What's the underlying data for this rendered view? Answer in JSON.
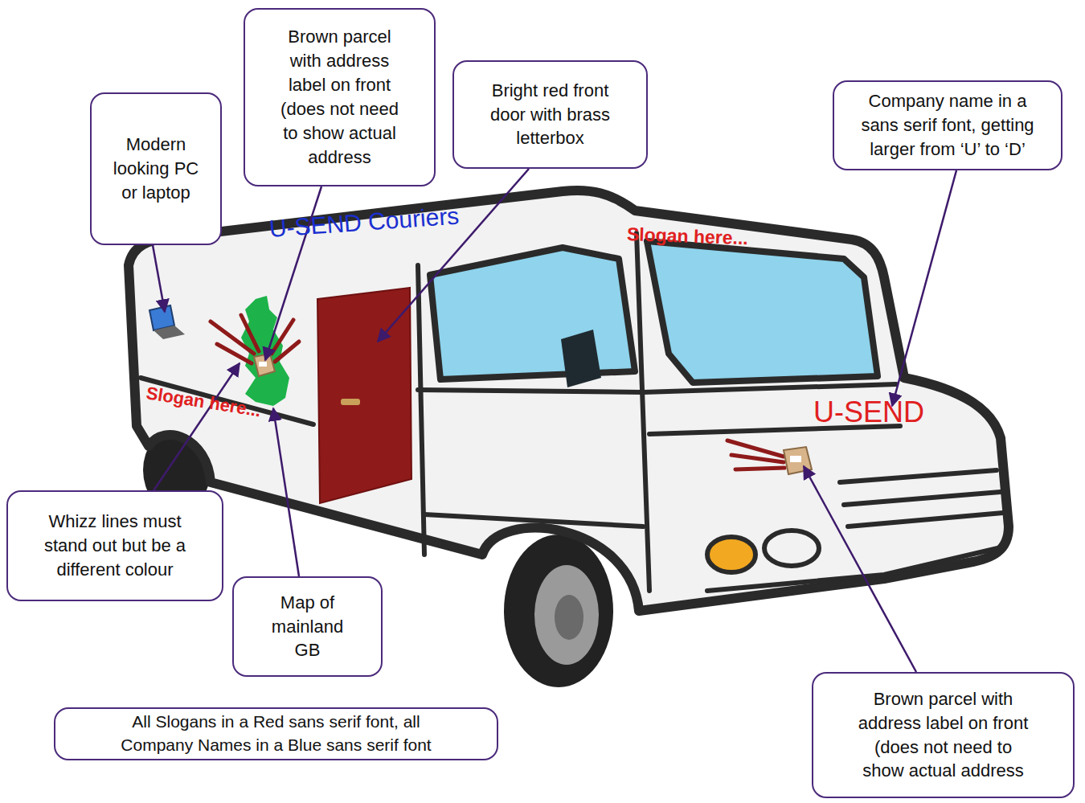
{
  "diagram": {
    "nodes": [
      {
        "text": [
          "Modern looking PC or laptop"
        ]
      },
      {
        "text": [
          "Brown parcel with address label on front (does not need to show actual address"
        ]
      },
      {
        "text": [
          "Bright red front door with brass letterbox"
        ]
      },
      {
        "text": [
          "Company name in a sans serif font, getting larger from ‘U’ to ‘D’"
        ]
      },
      {
        "text": [
          "Whizz lines must stand out but be a different colour"
        ]
      },
      {
        "text": [
          "Map of mainland GB"
        ]
      },
      {
        "text": [
          "All Slogans in a Red sans serif font, all Company Names in a Blue sans serif font"
        ]
      },
      {
        "text": [
          "Brown parcel with address label on front (does not need to show actual address"
        ]
      }
    ],
    "labels": [
      "U-SEND Couriers",
      "Slogan here...",
      "Slogan here...",
      "U-SEND"
    ]
  }
}
